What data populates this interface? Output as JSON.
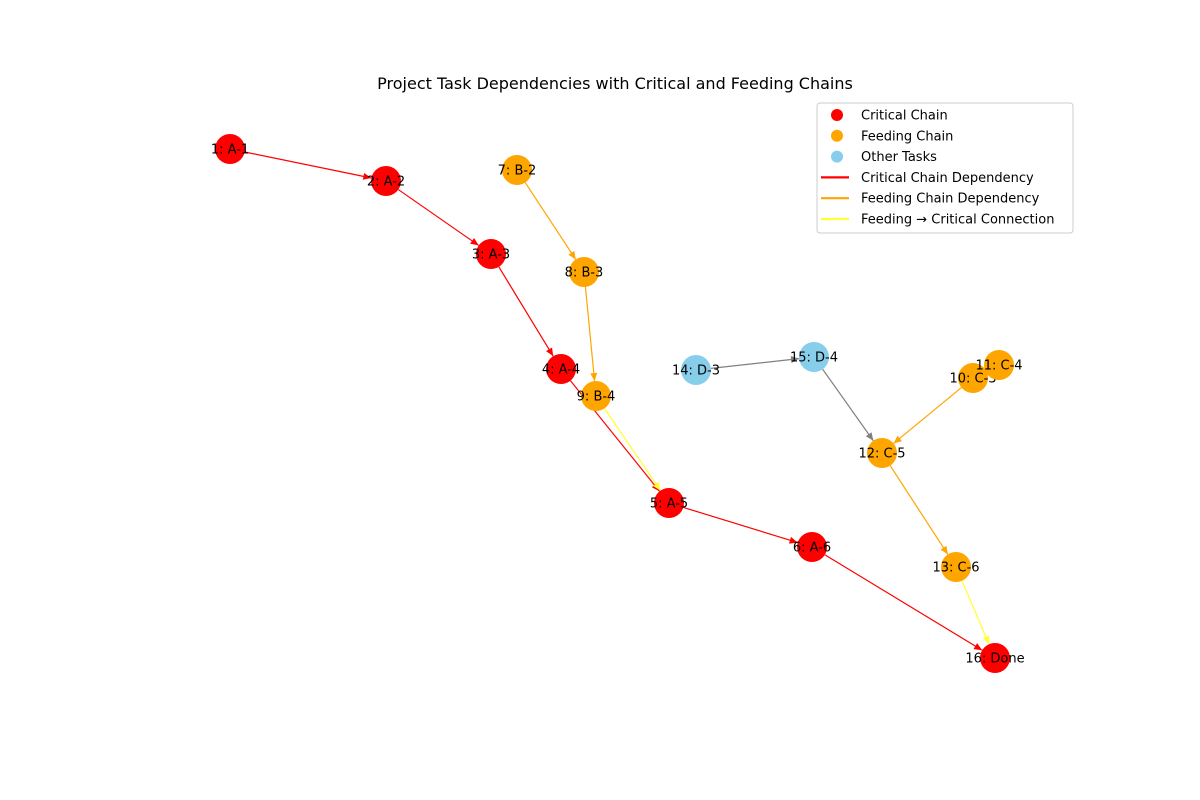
{
  "title": "Project Task Dependencies with Critical and Feeding Chains",
  "colors": {
    "critical": "#ff0000",
    "feeding": "#ffa500",
    "other": "#87ceeb",
    "feeding_to_critical": "#ffff33",
    "other_edge": "#808080"
  },
  "nodes": [
    {
      "id": 1,
      "label": "1: A-1",
      "type": "critical"
    },
    {
      "id": 2,
      "label": "2: A-2",
      "type": "critical"
    },
    {
      "id": 3,
      "label": "3: A-3",
      "type": "critical"
    },
    {
      "id": 4,
      "label": "4: A-4",
      "type": "critical"
    },
    {
      "id": 5,
      "label": "5: A-5",
      "type": "critical"
    },
    {
      "id": 6,
      "label": "6: A-6",
      "type": "critical"
    },
    {
      "id": 7,
      "label": "7: B-2",
      "type": "feeding"
    },
    {
      "id": 8,
      "label": "8: B-3",
      "type": "feeding"
    },
    {
      "id": 9,
      "label": "9: B-4",
      "type": "feeding"
    },
    {
      "id": 10,
      "label": "10: C-3",
      "type": "feeding"
    },
    {
      "id": 11,
      "label": "11: C-4",
      "type": "feeding"
    },
    {
      "id": 12,
      "label": "12: C-5",
      "type": "feeding"
    },
    {
      "id": 13,
      "label": "13: C-6",
      "type": "feeding"
    },
    {
      "id": 14,
      "label": "14: D-3",
      "type": "other"
    },
    {
      "id": 15,
      "label": "15: D-4",
      "type": "other"
    },
    {
      "id": 16,
      "label": "16: Done",
      "type": "critical"
    }
  ],
  "edges": [
    {
      "from": 1,
      "to": 2,
      "type": "critical"
    },
    {
      "from": 2,
      "to": 3,
      "type": "critical"
    },
    {
      "from": 3,
      "to": 4,
      "type": "critical"
    },
    {
      "from": 4,
      "to": 5,
      "type": "critical"
    },
    {
      "from": 5,
      "to": 6,
      "type": "critical"
    },
    {
      "from": 6,
      "to": 16,
      "type": "critical"
    },
    {
      "from": 7,
      "to": 8,
      "type": "feeding"
    },
    {
      "from": 8,
      "to": 9,
      "type": "feeding"
    },
    {
      "from": 9,
      "to": 5,
      "type": "feeding_to_critical"
    },
    {
      "from": 10,
      "to": 12,
      "type": "feeding"
    },
    {
      "from": 12,
      "to": 13,
      "type": "feeding"
    },
    {
      "from": 13,
      "to": 16,
      "type": "feeding_to_critical"
    },
    {
      "from": 14,
      "to": 15,
      "type": "other"
    },
    {
      "from": 15,
      "to": 12,
      "type": "other"
    }
  ],
  "legend": {
    "items": [
      {
        "label": "Critical Chain",
        "kind": "marker",
        "color": "#ff0000"
      },
      {
        "label": "Feeding Chain",
        "kind": "marker",
        "color": "#ffa500"
      },
      {
        "label": "Other Tasks",
        "kind": "marker",
        "color": "#87ceeb"
      },
      {
        "label": "Critical Chain Dependency",
        "kind": "line",
        "color": "#ff0000"
      },
      {
        "label": "Feeding Chain Dependency",
        "kind": "line",
        "color": "#ffa500"
      },
      {
        "label": "Feeding → Critical Connection",
        "kind": "line",
        "color": "#ffff33"
      }
    ]
  }
}
